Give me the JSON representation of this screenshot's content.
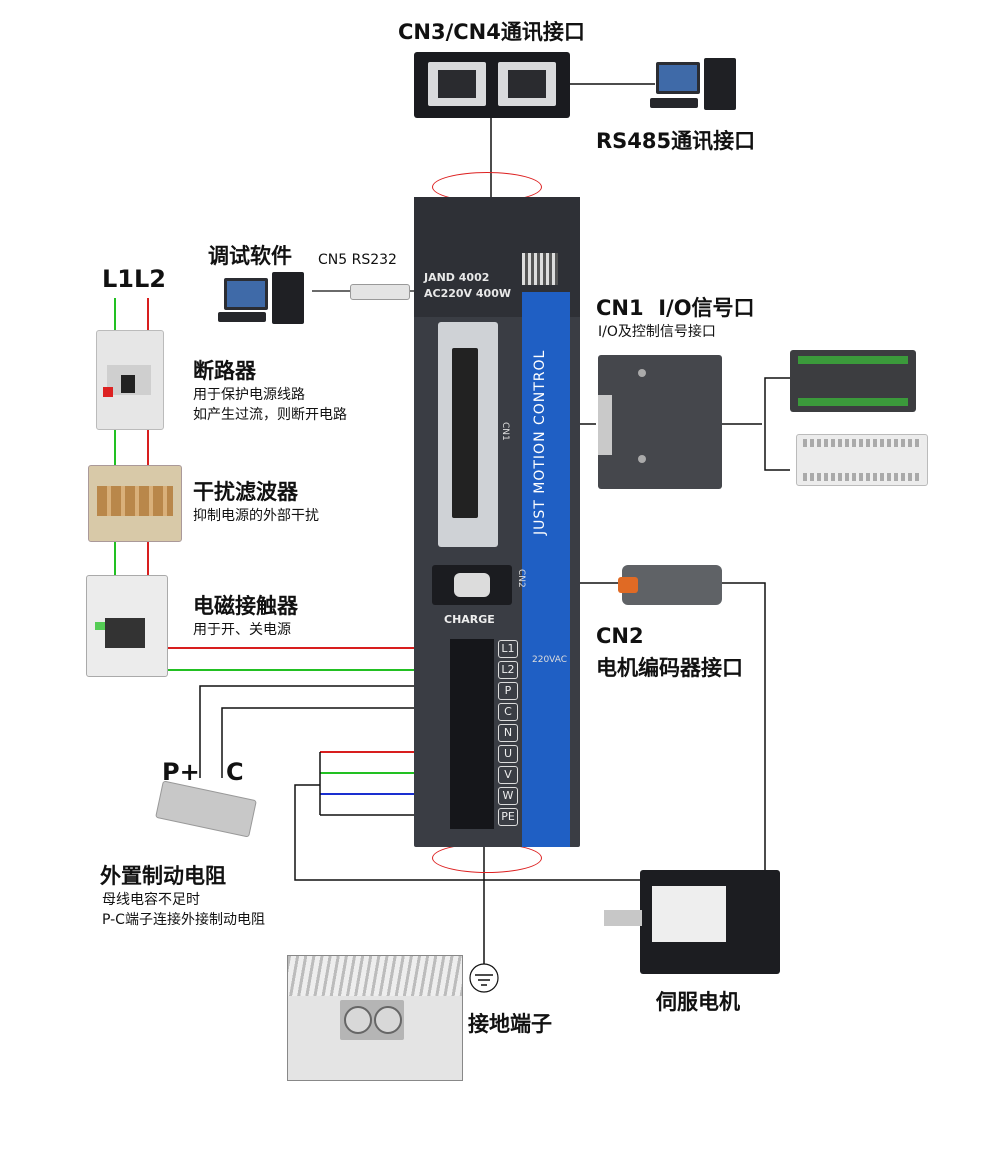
{
  "labels": {
    "cn3_cn4": "CN3/CN4通讯接口",
    "rs485": "RS485通讯接口",
    "debug_software": "调试软件",
    "cn5": "CN5 RS232",
    "l1l2": "L1L2",
    "cn1_title": "CN1  I/O信号口",
    "cn1_desc": "I/O及控制信号接口",
    "breaker_title": "断路器",
    "breaker_desc_1": "用于保护电源线路",
    "breaker_desc_2": "如产生过流，则断开电路",
    "filter_title": "干扰滤波器",
    "filter_desc": "抑制电源的外部干扰",
    "contactor_title": "电磁接触器",
    "contactor_desc": "用于开、关电源",
    "cn2_title": "CN2",
    "cn2_desc": "电机编码器接口",
    "p_plus": "P+",
    "c_label": "C",
    "resistor_title": "外置制动电阻",
    "resistor_desc_1": "母线电容不足时",
    "resistor_desc_2": "P-C端子连接外接制动电阻",
    "motor_title": "伺服电机",
    "ground_title": "接地端子"
  },
  "drive": {
    "model_line1": "JAND 4002",
    "model_line2": "AC220V 400W",
    "vertical_text": "JUST MOTION CONTROL",
    "cn1_label": "CN1",
    "cn2_label": "CN2",
    "charge": "CHARGE",
    "voltage_label": "220VAC",
    "terminals": [
      "L1",
      "L2",
      "P",
      "C",
      "N",
      "U",
      "V",
      "W",
      "PE"
    ]
  },
  "colors": {
    "drive_body": "#3a3d44",
    "accent_blue": "#1f5fc4",
    "wire_red": "#d81e1e",
    "wire_green": "#22c022",
    "wire_blue": "#1a2fd0",
    "wire_black": "#111111",
    "highlight_ellipse": "#d22222"
  }
}
